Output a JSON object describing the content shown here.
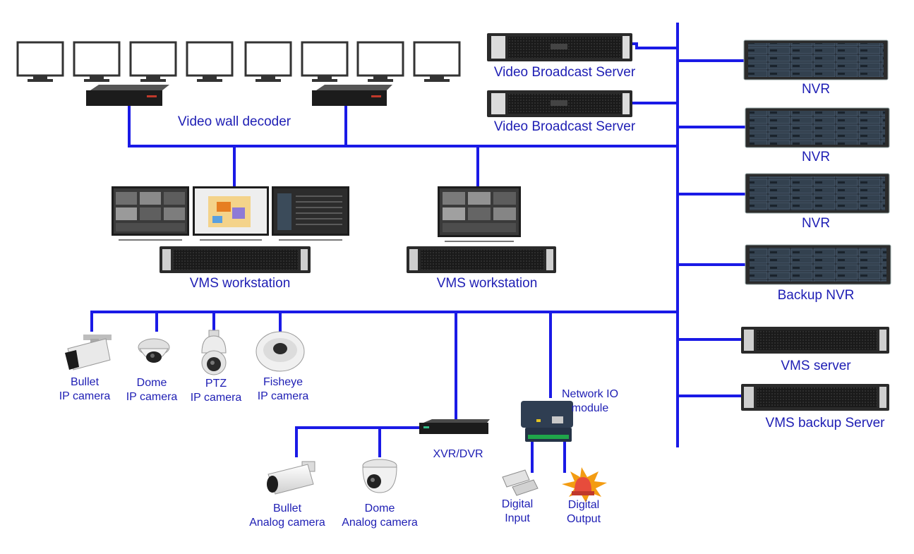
{
  "colors": {
    "line": "#1a1ae6",
    "label": "#1e1eb4",
    "device_dark": "#1b1b1b",
    "screen_dark": "#2a2a2a",
    "nvr_panel": "#3a4a5a",
    "monitor_frame": "#333333",
    "camera_white": "#efefef"
  },
  "labels": {
    "video_wall_decoder": "Video wall decoder",
    "video_broadcast_server_1": "Video Broadcast Server",
    "video_broadcast_server_2": "Video Broadcast Server",
    "nvr_1": "NVR",
    "nvr_2": "NVR",
    "nvr_3": "NVR",
    "backup_nvr": "Backup NVR",
    "vms_server": "VMS server",
    "vms_backup_server": "VMS backup Server",
    "vms_workstation_1": "VMS workstation",
    "vms_workstation_2": "VMS workstation",
    "bullet_ip_camera": [
      "Bullet",
      "IP camera"
    ],
    "dome_ip_camera": [
      "Dome",
      "IP camera"
    ],
    "ptz_ip_camera": [
      "PTZ",
      "IP camera"
    ],
    "fisheye_ip_camera": [
      "Fisheye",
      "IP camera"
    ],
    "network_io_module": [
      "Network IO",
      "module"
    ],
    "xvr_dvr": "XVR/DVR",
    "bullet_analog_camera": [
      "Bullet",
      "Analog camera"
    ],
    "dome_analog_camera": [
      "Dome",
      "Analog camera"
    ],
    "digital_input": [
      "Digital",
      "Input"
    ],
    "digital_output": [
      "Digital",
      "Output"
    ]
  }
}
